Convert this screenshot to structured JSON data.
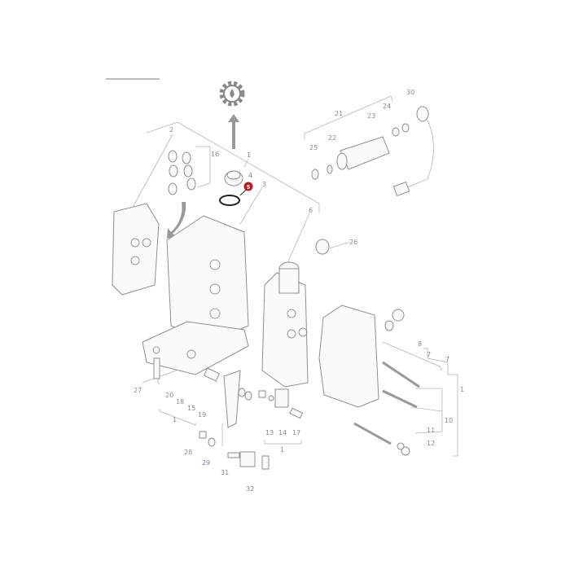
{
  "diagram": {
    "highlight_color": "#c0161c",
    "line_color": "#b5b5b5",
    "icon": "gear-oil-drop-icon",
    "highlighted_part": "5",
    "labels": [
      {
        "id": "2"
      },
      {
        "id": "16"
      },
      {
        "id": "1"
      },
      {
        "id": "4"
      },
      {
        "id": "5"
      },
      {
        "id": "3"
      },
      {
        "id": "6"
      },
      {
        "id": "21"
      },
      {
        "id": "22"
      },
      {
        "id": "23"
      },
      {
        "id": "24"
      },
      {
        "id": "25"
      },
      {
        "id": "30"
      },
      {
        "id": "26"
      },
      {
        "id": "8"
      },
      {
        "id": "7"
      },
      {
        "id": "7"
      },
      {
        "id": "1"
      },
      {
        "id": "27"
      },
      {
        "id": "20"
      },
      {
        "id": "18"
      },
      {
        "id": "15"
      },
      {
        "id": "19"
      },
      {
        "id": "1"
      },
      {
        "id": "13"
      },
      {
        "id": "14"
      },
      {
        "id": "17"
      },
      {
        "id": "1"
      },
      {
        "id": "11"
      },
      {
        "id": "10"
      },
      {
        "id": "12"
      },
      {
        "id": "28"
      },
      {
        "id": "29"
      },
      {
        "id": "31"
      },
      {
        "id": "32"
      }
    ]
  }
}
